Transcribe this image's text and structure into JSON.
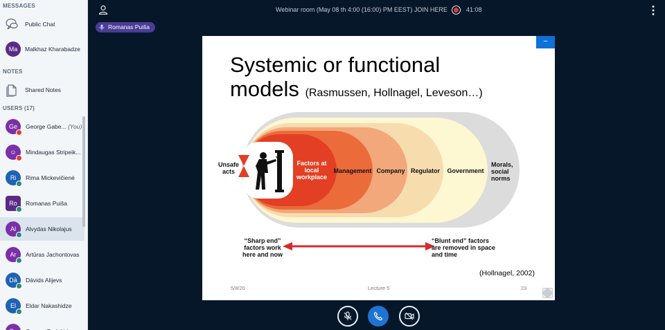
{
  "sidebar": {
    "messages_title": "MESSAGES",
    "public_chat": "Public Chat",
    "private_chat": {
      "initials": "Ma",
      "name": "Malkhaz Kharabadze"
    },
    "notes_title": "NOTES",
    "shared_notes": "Shared Notes",
    "users_title": "USERS (17)",
    "users": [
      {
        "initials": "Ge",
        "name": "George Gabe...",
        "you": "(You)",
        "color": "#7b2fa8",
        "badge": "#e53935"
      },
      {
        "initials": "☺",
        "name": "Mindaugas Stripeik...",
        "color": "#7b2fa8",
        "badge": "#e53935"
      },
      {
        "initials": "Ri",
        "name": "Rima Mickevičienė",
        "color": "#1f62b3",
        "badge": "#2b8a72"
      },
      {
        "initials": "Ro",
        "name": "Romanas Puiša",
        "color": "#5b2a86",
        "badge": "#2b8a72"
      },
      {
        "initials": "Al",
        "name": "Alvydas Nikolajus",
        "color": "#7b2fa8",
        "badge": "#2b8a72"
      },
      {
        "initials": "Ar",
        "name": "Artūras Jachontovas",
        "color": "#7b2fa8",
        "badge": "#2b8a72"
      },
      {
        "initials": "Dā",
        "name": "Dāvids Alijevs",
        "color": "#1f62b3",
        "badge": "#2b8a72"
      },
      {
        "initials": "El",
        "name": "Eldar Nakashidze",
        "color": "#1f62b3",
        "badge": "#2b8a72"
      },
      {
        "initials": "Ge",
        "name": "George Tsulukidze",
        "color": "#7b2fa8",
        "badge": "#2b8a72"
      }
    ]
  },
  "topbar": {
    "room_title": "Webinar room (May 08 th 4:00 (16:00) PM EEST) JOIN HERE",
    "rec_time": "41:08"
  },
  "talker": {
    "name": "Romanas Puiša"
  },
  "slide": {
    "title_line1": "Systemic or functional",
    "title_line2": "models",
    "title_sub": "(Rasmussen, Hollnagel, Leveson…)",
    "labels": {
      "unsafe_1": "Unsafe",
      "unsafe_2": "acts",
      "factors_1": "Factors at",
      "factors_2": "local",
      "factors_3": "workplace",
      "management": "Management",
      "company": "Company",
      "regulator": "Regulator",
      "government": "Government",
      "morals_1": "Morals,",
      "morals_2": "social",
      "morals_3": "norms"
    },
    "left_note": [
      "“Sharp end”",
      "factors work",
      "here and now"
    ],
    "right_note": [
      "“Blunt end” factors",
      "are removed in space",
      "and time"
    ],
    "citation": "(Hollnagel, 2002)",
    "footer_date": "5/8/20",
    "footer_lecture": "Lecture 5",
    "footer_page": "23",
    "minimize_label": "–"
  },
  "colors": {
    "ring_outer": "#dcdcdc",
    "ring_government": "#fdf7d2",
    "ring_regulator": "#f7dcae",
    "ring_company": "#f2a87a",
    "ring_management": "#eb6b3a",
    "ring_factors": "#e23f24",
    "arrow": "#d8292a",
    "accent": "#1e74d2"
  }
}
